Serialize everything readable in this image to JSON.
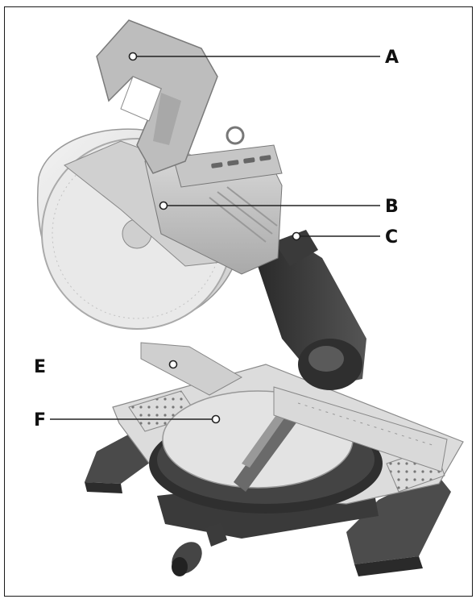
{
  "diagram": {
    "labels": [
      {
        "id": "A",
        "text": "A"
      },
      {
        "id": "B",
        "text": "B"
      },
      {
        "id": "C",
        "text": "C"
      },
      {
        "id": "E",
        "text": "E"
      },
      {
        "id": "F",
        "text": "F"
      }
    ]
  }
}
